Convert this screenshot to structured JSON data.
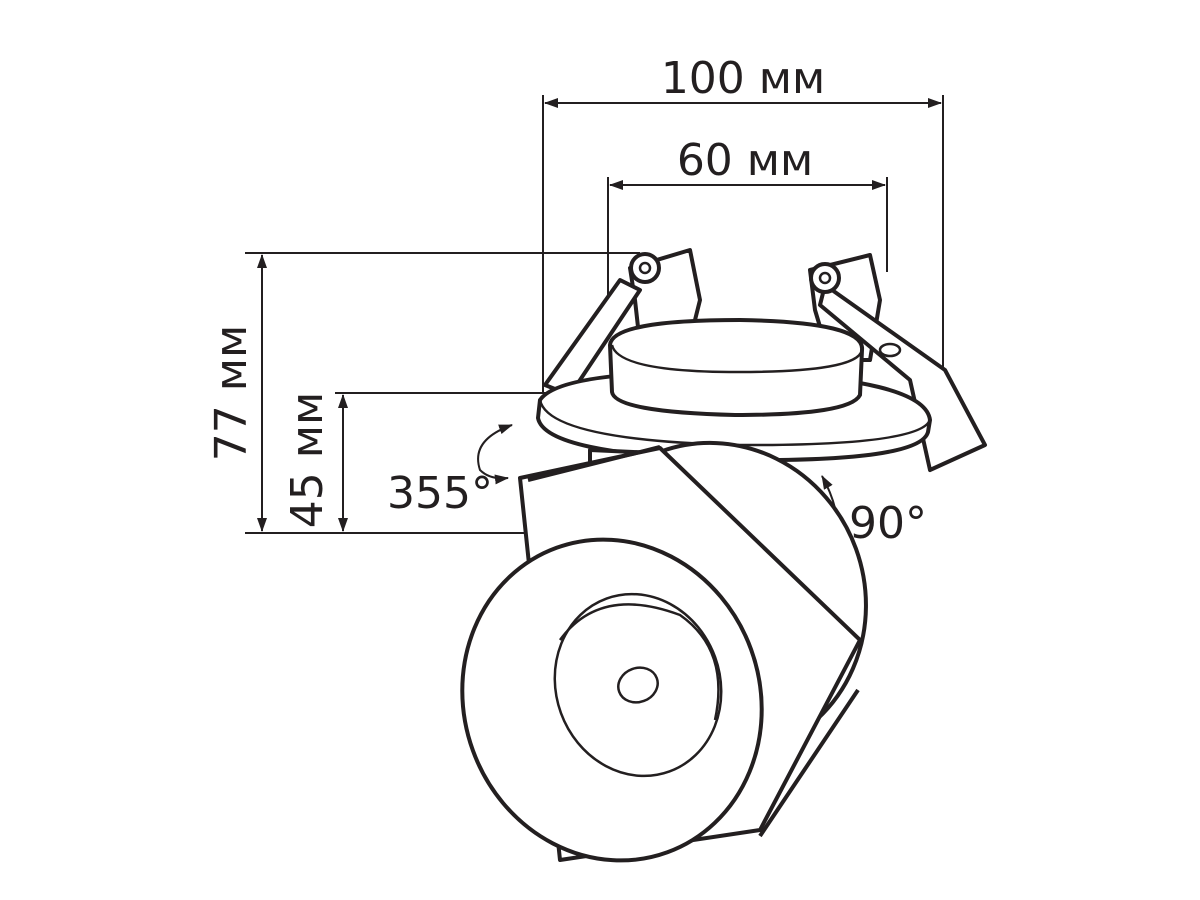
{
  "dimensions": {
    "outer_diameter": "100 мм",
    "cutout_diameter": "60 мм",
    "total_height": "77 мм",
    "head_height": "45 мм"
  },
  "rotation": {
    "horizontal": "355°",
    "vertical": "90°"
  },
  "colors": {
    "line": "#231f20",
    "background": "#ffffff"
  }
}
